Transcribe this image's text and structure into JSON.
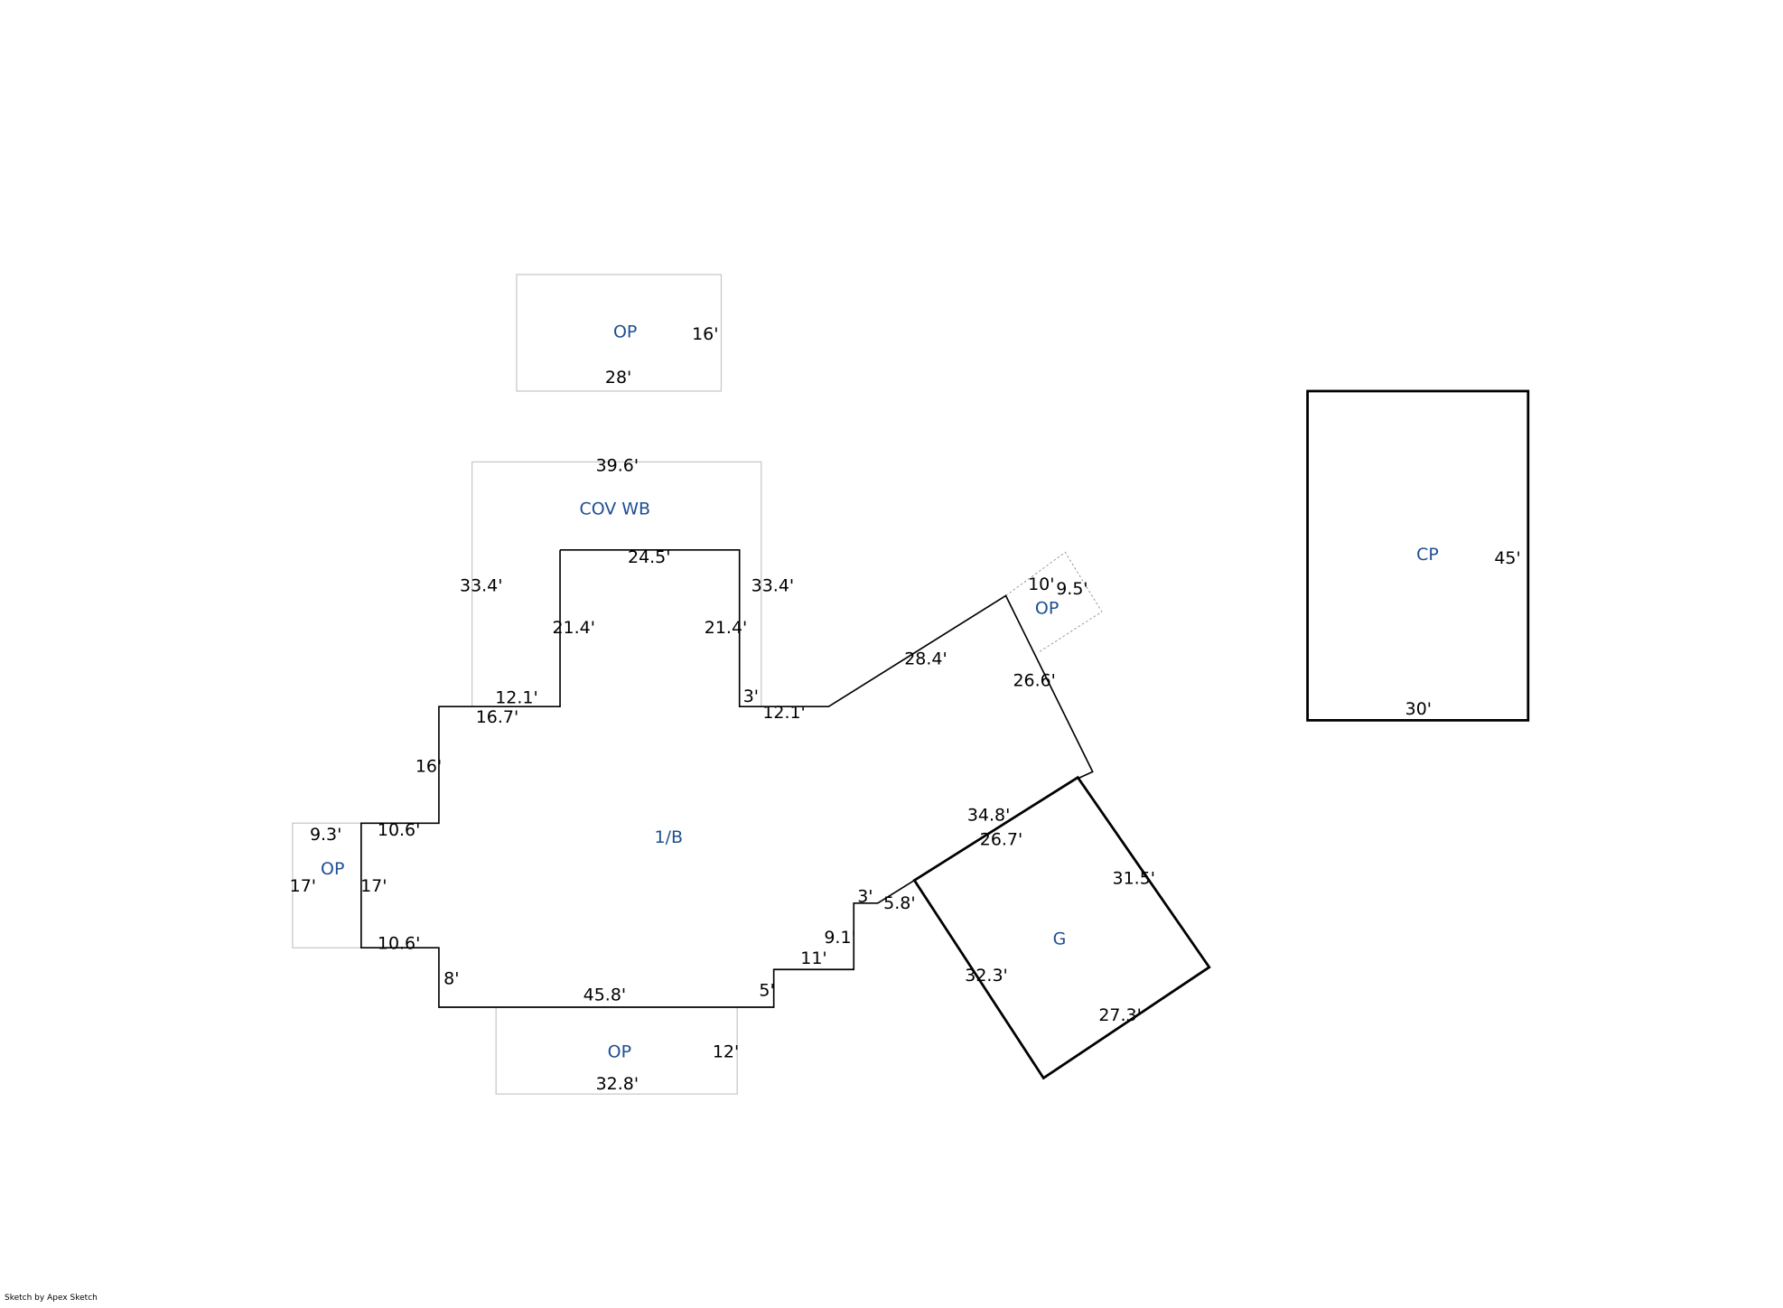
{
  "credit": "Sketch by Apex Sketch",
  "areas": {
    "op_top": {
      "label": "OP",
      "dims": [
        "16'",
        "28'"
      ]
    },
    "cov_wb": {
      "label": "COV WB",
      "dims": [
        "39.6'",
        "33.4'",
        "33.4'"
      ]
    },
    "main": {
      "label": "1/B",
      "dims": [
        "24.5'",
        "21.4'",
        "21.4'",
        "3'",
        "12.1'",
        "28.4'",
        "26.6'",
        "34.8'",
        "5.8'",
        "3'",
        "9.1'",
        "11'",
        "5'",
        "45.8'",
        "8'",
        "10.6'",
        "17'",
        "10.6'",
        "16'",
        "16.7'",
        "12.1'"
      ]
    },
    "op_right": {
      "label": "OP",
      "dims": [
        "10'",
        "9.5'"
      ]
    },
    "op_left": {
      "label": "OP",
      "dims": [
        "9.3'",
        "17'"
      ]
    },
    "op_bottom": {
      "label": "OP",
      "dims": [
        "12'",
        "32.8'"
      ]
    },
    "garage": {
      "label": "G",
      "dims": [
        "26.7'",
        "31.5'",
        "32.3'",
        "27.3'"
      ]
    },
    "carport": {
      "label": "CP",
      "dims": [
        "45'",
        "30'"
      ]
    }
  }
}
